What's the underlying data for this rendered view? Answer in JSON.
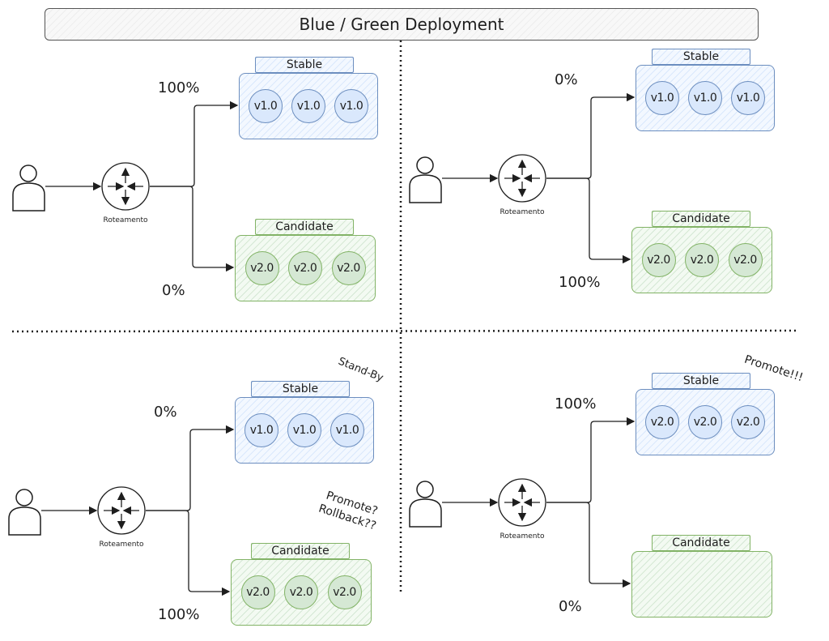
{
  "title": "Blue / Green Deployment",
  "router_label": "Roteamento",
  "stable_label": "Stable",
  "candidate_label": "Candidate",
  "colors": {
    "blue": "#6c8ebf",
    "green": "#82b366"
  },
  "quadrants": [
    {
      "stable_pct": "100%",
      "candidate_pct": "0%",
      "stable_pods": [
        "v1.0",
        "v1.0",
        "v1.0"
      ],
      "candidate_pods": [
        "v2.0",
        "v2.0",
        "v2.0"
      ]
    },
    {
      "stable_pct": "0%",
      "candidate_pct": "100%",
      "stable_pods": [
        "v1.0",
        "v1.0",
        "v1.0"
      ],
      "candidate_pods": [
        "v2.0",
        "v2.0",
        "v2.0"
      ]
    },
    {
      "stable_pct": "0%",
      "candidate_pct": "100%",
      "stable_pods": [
        "v1.0",
        "v1.0",
        "v1.0"
      ],
      "candidate_pods": [
        "v2.0",
        "v2.0",
        "v2.0"
      ]
    },
    {
      "stable_pct": "100%",
      "candidate_pct": "0%",
      "stable_pods": [
        "v2.0",
        "v2.0",
        "v2.0"
      ],
      "candidate_pods": []
    }
  ],
  "notes": {
    "standby": "Stand-By",
    "promote_rollback": "Promote?\nRollback??",
    "promote": "Promote!!!"
  }
}
